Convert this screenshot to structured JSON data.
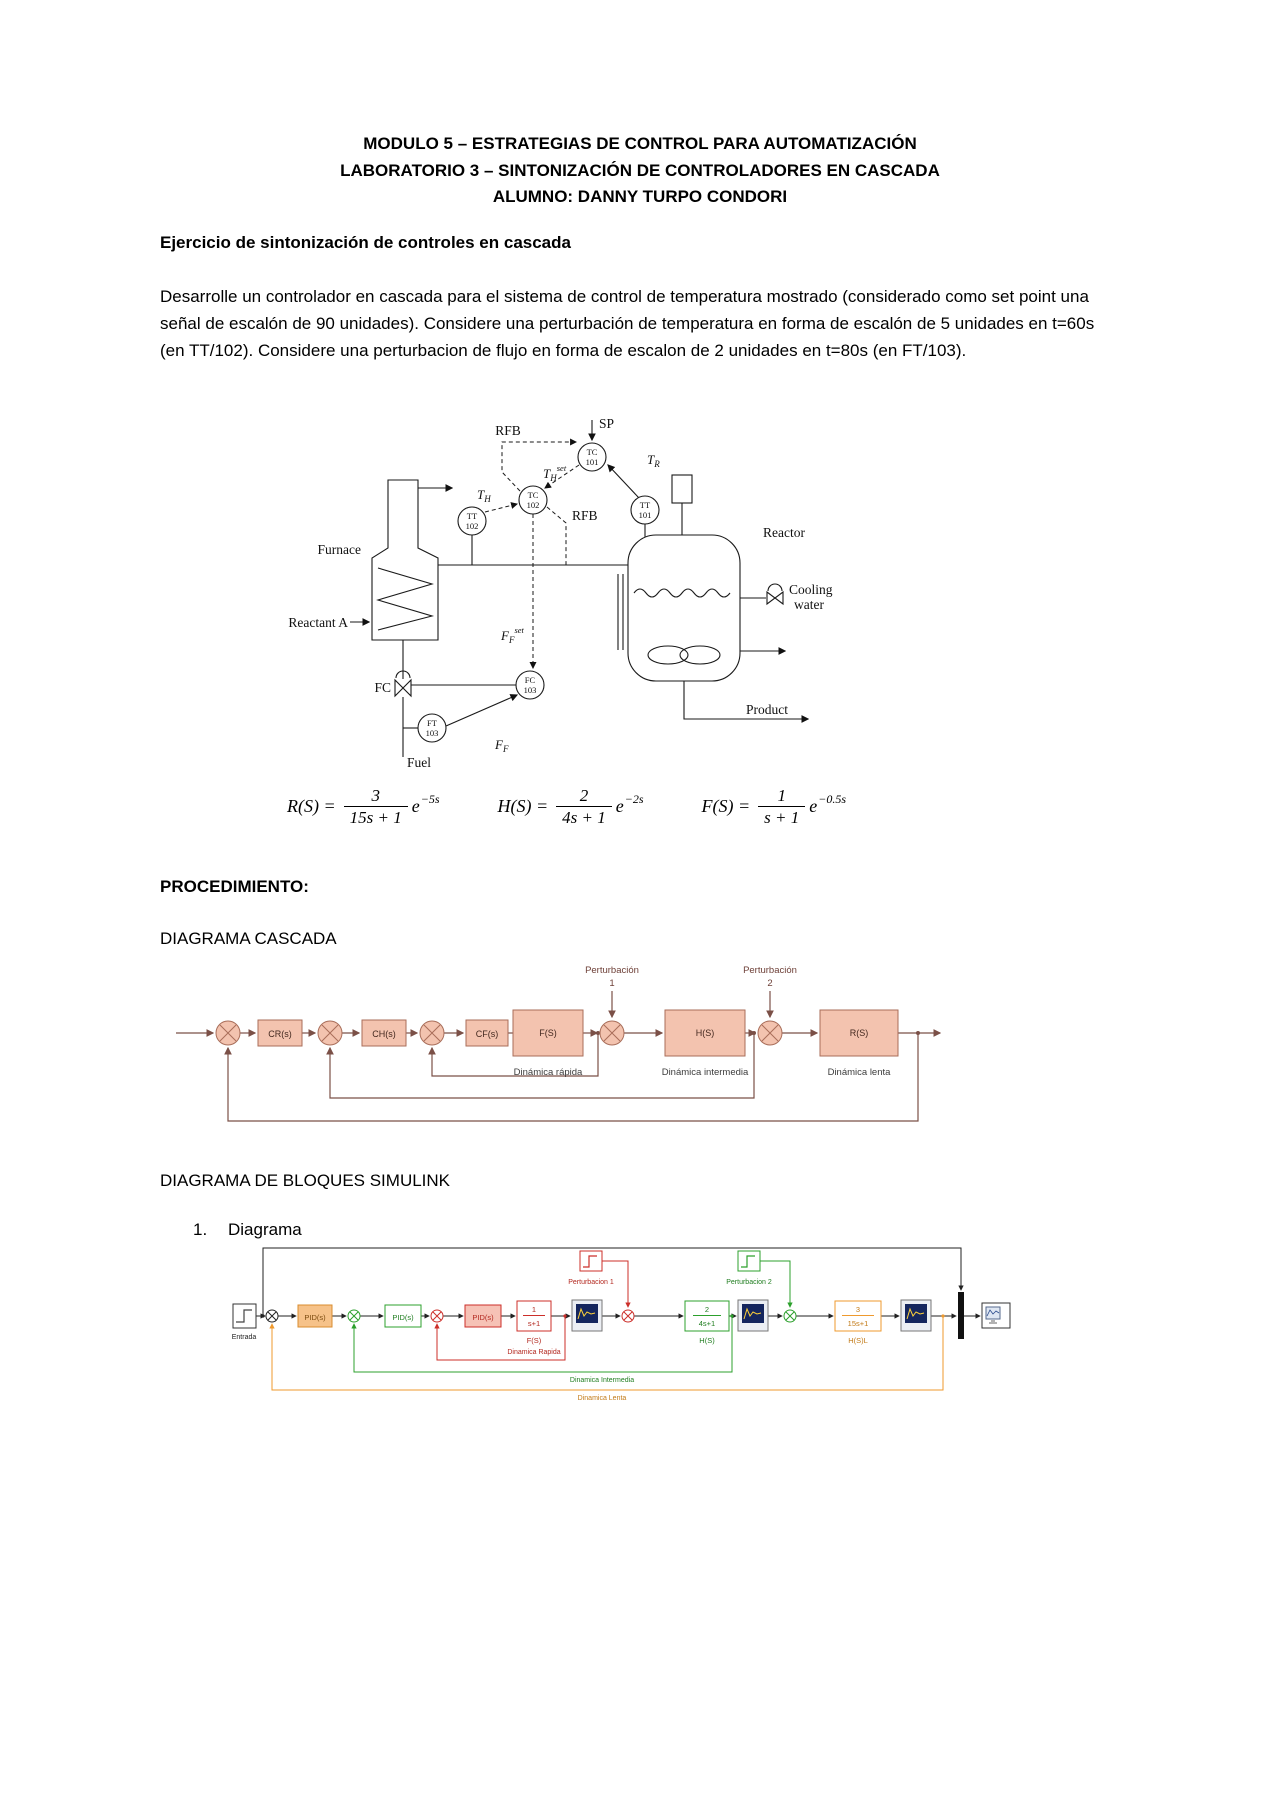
{
  "header": {
    "line1": "MODULO 5 – ESTRATEGIAS DE CONTROL PARA AUTOMATIZACIÓN",
    "line2": "LABORATORIO 3 – SINTONIZACIÓN DE CONTROLADORES EN CASCADA",
    "line3": "ALUMNO: DANNY TURPO CONDORI"
  },
  "intro": {
    "heading": "Ejercicio de sintonización de controles en cascada",
    "paragraph": "Desarrolle un controlador en cascada para el sistema de control de temperatura mostrado (considerado como set point una señal de escalón de 90 unidades). Considere una perturbación de temperatura en forma de escalón de 5 unidades en t=60s (en TT/102). Considere una perturbacion de flujo en forma de escalon de 2 unidades en t=80s (en FT/103)."
  },
  "pid": {
    "sp": "SP",
    "rfb_top": "RFB",
    "rfb_mid": "RFB",
    "furnace": "Furnace",
    "reactant_a": "Reactant A",
    "fuel": "Fuel",
    "fc": "FC",
    "reactor": "Reactor",
    "cooling_line1": "Cooling",
    "cooling_line2": "water",
    "product": "Product",
    "instruments": {
      "tc101": {
        "l1": "TC",
        "l2": "101"
      },
      "tc102": {
        "l1": "TC",
        "l2": "102"
      },
      "tt102": {
        "l1": "TT",
        "l2": "102"
      },
      "tt101": {
        "l1": "TT",
        "l2": "101"
      },
      "fc103": {
        "l1": "FC",
        "l2": "103"
      },
      "ft103": {
        "l1": "FT",
        "l2": "103"
      }
    },
    "tags": {
      "th_m": "T",
      "th_s": "H",
      "thset_m": "T",
      "thset_s": "H",
      "thset_p": "set",
      "tr_m": "T",
      "tr_s": "R",
      "ffset_m": "F",
      "ffset_s": "F",
      "ffset_p": "set",
      "ff_m": "F",
      "ff_s": "F"
    }
  },
  "equations": [
    {
      "lhs": "R(S) =",
      "num": "3",
      "den": "15s + 1",
      "base": "e",
      "exp": "−5s"
    },
    {
      "lhs": "H(S) =",
      "num": "2",
      "den": "4s + 1",
      "base": "e",
      "exp": "−2s"
    },
    {
      "lhs": "F(S) =",
      "num": "1",
      "den": "s + 1",
      "base": "e",
      "exp": "−0.5s"
    }
  ],
  "sections": {
    "procedimiento": "PROCEDIMIENTO:",
    "diagrama_cascada": "DIAGRAMA CASCADA",
    "diagrama_simulink": "DIAGRAMA DE BLOQUES SIMULINK",
    "item1_number": "1.",
    "item1_label": "Diagrama"
  },
  "cascade": {
    "pert1_line1": "Perturbación",
    "pert1_line2": "1",
    "pert2_line1": "Perturbación",
    "pert2_line2": "2",
    "blocks": {
      "cr": "CR(s)",
      "ch": "CH(s)",
      "cf": "CF(s)",
      "f": "F(S)",
      "h": "H(S)",
      "r": "R(S)"
    },
    "captions": {
      "rapida": "Dinámica rápida",
      "intermedia": "Dinámica intermedia",
      "lenta": "Dinámica lenta"
    }
  },
  "simulink": {
    "entrada": "Entrada",
    "pid1": "PID(s)",
    "pid2": "PID(s)",
    "pid3": "PID(s)",
    "tf1_num": "1",
    "tf1_den": "s+1",
    "tf2_num": "2",
    "tf2_den": "4s+1",
    "tf3_num": "3",
    "tf3_den": "15s+1",
    "cap_f": "F(S)",
    "cap_rapida": "Dinamica Rapida",
    "cap_h": "H(S)",
    "cap_intermedia": "Dinamica Intermedia",
    "cap_hl": "H(S)L",
    "cap_lenta": "Dinamica Lenta",
    "pert1": "Perturbacion 1",
    "pert2": "Perturbacion 2"
  },
  "colors": {
    "cascade_block_fill": "#f3c3af",
    "cascade_block_border": "#a96e5a",
    "cascade_line": "#7b5047",
    "simulink_red": "#cc2f2a",
    "simulink_green": "#2ca02c",
    "simulink_orange": "#ef9a2e",
    "scope_screen": "#15265e"
  }
}
